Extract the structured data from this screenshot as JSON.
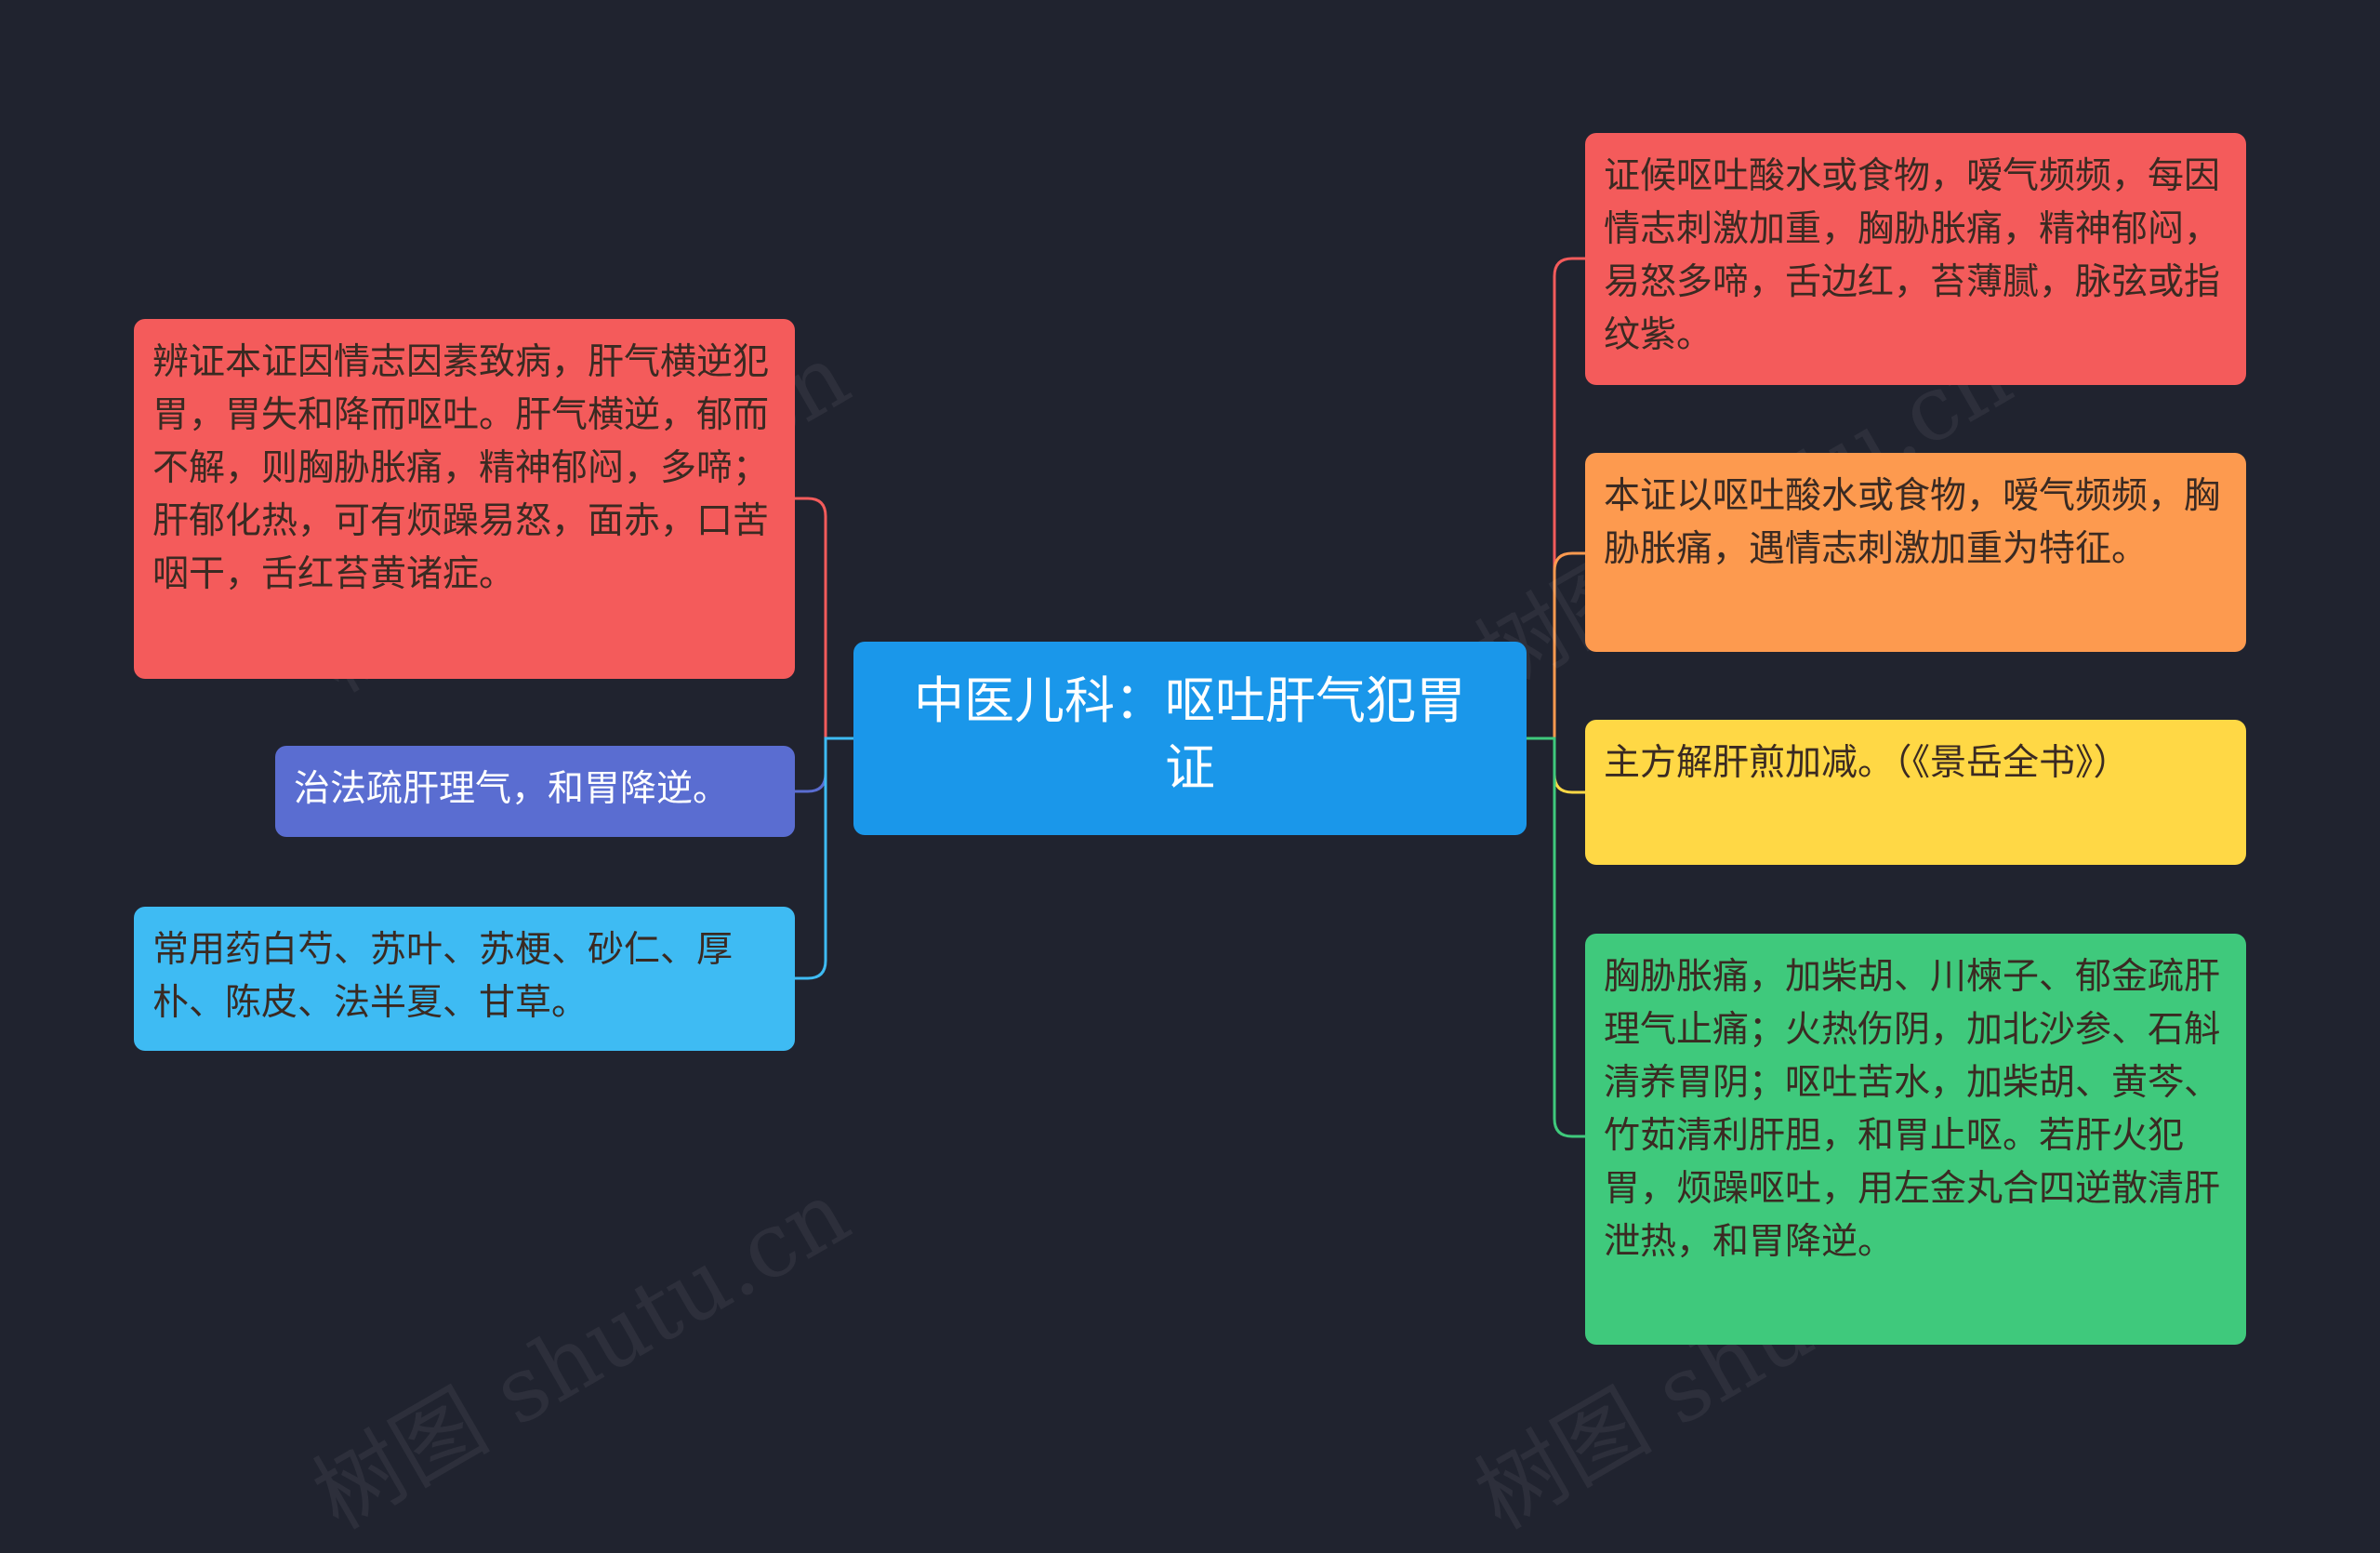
{
  "center": {
    "title": "中医儿科：呕吐肝气犯胃证"
  },
  "left_nodes": [
    {
      "id": "left-1",
      "text": "辨证本证因情志因素致病，肝气横逆犯胃，胃失和降而呕吐。肝气横逆，郁而不解，则胸胁胀痛，精神郁闷，多啼；肝郁化热，可有烦躁易怒，面赤，口苦咽干，舌红苔黄诸症。",
      "bg": "#f45b5b",
      "line": "#f45b5b"
    },
    {
      "id": "left-2",
      "text": "治法疏肝理气，和胃降逆。",
      "bg": "#5a6dd1",
      "line": "#5a6dd1"
    },
    {
      "id": "left-3",
      "text": "常用药白芍、苏叶、苏梗、砂仁、厚朴、陈皮、法半夏、甘草。",
      "bg": "#3ebbf3",
      "line": "#3ebbf3"
    }
  ],
  "right_nodes": [
    {
      "id": "right-1",
      "text": "证候呕吐酸水或食物，嗳气频频，每因情志刺激加重，胸胁胀痛，精神郁闷，易怒多啼，舌边红，苔薄腻，脉弦或指纹紫。",
      "bg": "#f45b5b",
      "line": "#f45b5b"
    },
    {
      "id": "right-2",
      "text": "本证以呕吐酸水或食物，嗳气频频，胸胁胀痛，遇情志刺激加重为特征。",
      "bg": "#fd9a4f",
      "line": "#fd9a4f"
    },
    {
      "id": "right-3",
      "text": "主方解肝煎加减。（《景岳全书》）",
      "bg": "#ffd845",
      "line": "#ffd845"
    },
    {
      "id": "right-4",
      "text": "胸胁胀痛，加柴胡、川楝子、郁金疏肝理气止痛；火热伤阴，加北沙参、石斛清养胃阴；呕吐苦水，加柴胡、黄芩、竹茹清利肝胆，和胃止呕。若肝火犯胃，烦躁呕吐，用左金丸合四逆散清肝泄热，和胃降逆。",
      "bg": "#3fc97c",
      "line": "#3fc97c"
    }
  ],
  "watermark": "树图 shutu.cn"
}
